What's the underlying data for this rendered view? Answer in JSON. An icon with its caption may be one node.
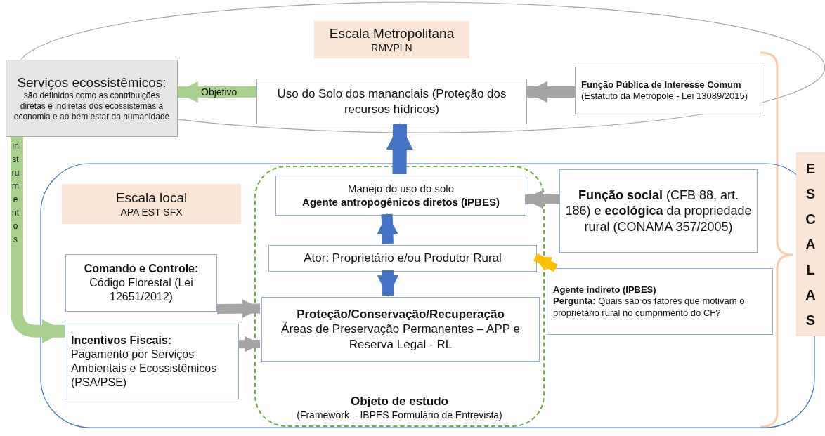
{
  "diagram": {
    "nodes": [
      {
        "text": [
          "Escala Metropolitana",
          "RMVPLN"
        ]
      },
      {
        "text": [
          "Serviços ecossistêmicos:",
          "são definidos como as contribuições diretas e indiretas dos ecossistemas à economia e ao bem estar da humanidade"
        ]
      },
      {
        "text": [
          "Uso do Solo dos mananciais (Proteção dos recursos hídricos)"
        ],
        "in": 0
      },
      {
        "text": [
          "**Função Pública de Interesse Comum** (Estatuto da Metrópole - Lei 13089/2015)"
        ],
        "in": 0
      },
      {
        "text": [
          "Escala local",
          "APA EST SFX"
        ]
      },
      {
        "text": [
          "Objeto de estudo",
          "(Framework – IBPES Formulário de Entrevista)"
        ],
        "in": 4
      },
      {
        "text": [
          "Manejo do uso do solo",
          "Agente antropogênicos diretos (IPBES)"
        ],
        "in": 5
      },
      {
        "text": [
          "Ator: Proprietário e/ou Produtor Rural"
        ],
        "in": 5
      },
      {
        "text": [
          "Proteção/Conservação/Recuperação",
          "Áreas de Preservação Permanentes – APP e Reserva Legal - RL"
        ],
        "in": 5
      },
      {
        "text": [
          "Comando e Controle:",
          "Código Florestal (Lei 12651/2012)"
        ],
        "in": 4
      },
      {
        "text": [
          "Incentivos Fiscais:",
          "Pagamento por Serviços Ambientais e Ecossistêmicos (PSA/PSE)"
        ],
        "in": 4
      },
      {
        "text": [
          "**Função social** (CFB 88, art. 186) e **ecológica** da propriedade rural (CONAMA 357/2005)"
        ],
        "in": 4
      },
      {
        "text": [
          "Agente indireto (IPBES)",
          "**Pergunta:** Quais são os fatores que motivam o proprietário rural no cumprimento do CF?"
        ],
        "in": 4
      },
      {
        "text": [
          "ESCALAS"
        ]
      }
    ],
    "edges": [
      {
        "from": 2,
        "to": 1,
        "arrow": "to",
        "label": "Objetivo",
        "color": "#a9d18e"
      },
      {
        "from": 3,
        "to": 2,
        "arrow": "to"
      },
      {
        "from": 6,
        "to": 2,
        "arrow": "to",
        "color": "#4472c4"
      },
      {
        "from": 7,
        "to": 6,
        "arrow": "to",
        "color": "#4472c4"
      },
      {
        "from": 7,
        "to": 8,
        "arrow": "to",
        "color": "#4472c4"
      },
      {
        "from": 9,
        "to": 8,
        "arrow": "to"
      },
      {
        "from": 10,
        "to": 8,
        "arrow": "to"
      },
      {
        "from": 11,
        "to": 6,
        "arrow": "to"
      },
      {
        "from": 12,
        "to": 7,
        "arrow": "to",
        "color": "#ffc000"
      },
      {
        "from": 1,
        "to": 10,
        "arrow": "to",
        "label": "Instrumentos",
        "color": "#a9d18e"
      }
    ]
  }
}
